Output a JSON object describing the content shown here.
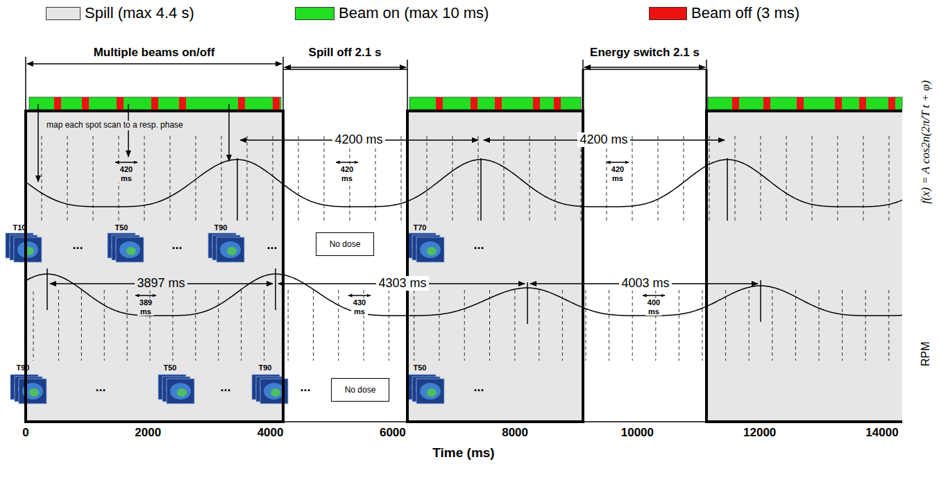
{
  "diagram": {
    "nodes": [
      {
        "text": [
          "No dose"
        ]
      },
      {
        "text": [
          "No dose"
        ]
      }
    ],
    "labels": [
      "Multiple beams on/off",
      "Spill off 2.1 s",
      "Energy switch 2.1 s",
      "map each spot scan to a resp. phase",
      "4200 ms",
      "4200 ms",
      "420 ms",
      "420 ms",
      "420 ms",
      "T10",
      "...",
      "T50",
      "...",
      "T90",
      "...",
      "T70",
      "...",
      "3897 ms",
      "4303 ms",
      "4003 ms",
      "389 ms",
      "430 ms",
      "400 ms",
      "T90",
      "...",
      "T50",
      "...",
      "T90",
      "...",
      "T50",
      "...",
      "f(x) = A cos2n(2π/T t + φ)",
      "RPM",
      "0",
      "2000",
      "4000",
      "6000",
      "8000",
      "10000",
      "12000",
      "14000",
      "Time (ms)"
    ],
    "legend": [
      {
        "text": "Spill (max 4.4 s)",
        "color": "#e6e6e6"
      },
      {
        "text": "Beam on (max 10 ms)",
        "color": "#22dd22"
      },
      {
        "text": "Beam off (3 ms)",
        "color": "#ee1111"
      }
    ]
  }
}
